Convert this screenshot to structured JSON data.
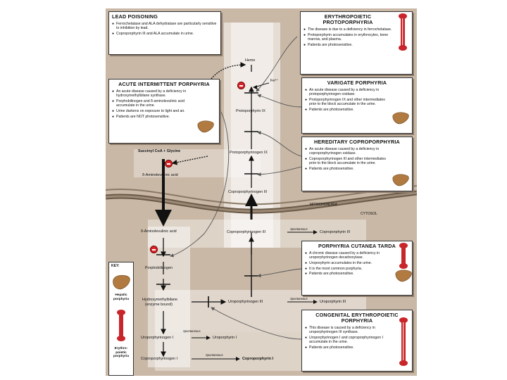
{
  "boxes": {
    "lead": {
      "title": "LEAD POISONING",
      "bullets": [
        "Ferrochelatase and ALA dehydratase are particularly sensitive to inhibition by lead.",
        "Coproporphyrin III and ALA accumulate in urine."
      ]
    },
    "epp": {
      "title": "ERYTHROPOIETIC PROTOPORPHYRIA",
      "bullets": [
        "The disease is due to a deficiency in ferrochelatase.",
        "Protoporphyrin accumulates in erythrocytes, bone marrow, and plasma.",
        "Patients are photosensitive."
      ]
    },
    "aip": {
      "title": "ACUTE INTERMITTENT PORPHYRIA",
      "bullets": [
        "An acute disease caused by a deficiency in hydroxymethylbilane synthase.",
        "Porphobilinogen and δ-aminolevulinic acid accumulate in the urine.",
        "Urine darkens on exposure to light and air.",
        "Patients are NOT photosensitive."
      ]
    },
    "vp": {
      "title": "VARIGATE PORPHYRIA",
      "bullets": [
        "An acute disease caused by a deficiency in protoporphyrinogen oxidase.",
        "Protoporphyrinogen IX and other intermediates prior to the block accumulate in the urine.",
        "Patients are photosensitive."
      ]
    },
    "hcp": {
      "title": "HEREDITARY COPROPORPHYRIA",
      "bullets": [
        "An acute disease caused by a deficiency in coproporphyrinogen oxidase.",
        "Coproporphyrinogen III and other intermediates prior to the block accumulate in the urine.",
        "Patients are photosensitive."
      ]
    },
    "pct": {
      "title": "PORPHYRIA CUTANEA TARDA",
      "bullets": [
        "A chronic disease caused by a deficiency in uroporphyrinogen decarboxylase.",
        "Uroporphyrin accumulates in the urine.",
        "It is the most common porphyria.",
        "Patients are photosensitive."
      ]
    },
    "cep": {
      "title": "CONGENITAL ERYTHROPOIETIC PORPHYRIA",
      "bullets": [
        "This disease is caused by a deficiency in uroporphyrinogen III synthase.",
        "Uroporphyrinogen I and coproporphyrinogen I accumulate in the urine.",
        "Patients are photosensitive."
      ]
    }
  },
  "pathway": {
    "heme": "Heme",
    "fe": "Fe²⁺",
    "protoporphyrin_ix": "Protoporphyrin IX",
    "protoporphyrinogen_ix": "Protoporphyrinogen IX",
    "succinyl": "Succinyl CoA + Glycine",
    "ala_mito": "δ-Aminolevulinic acid",
    "copro_iii_mito": "Coproporphyrinogen III",
    "mitochondria": "MITOCHONDRIA",
    "cytosol": "CYTOSOL",
    "ala_cyto": "δ-Aminolevulinic acid",
    "copro_iii_cyto": "Coproporphyrinogen III",
    "spontaneous_1": "Spontaneous",
    "coproporphyrin_iii": "Coproporphyrin III",
    "porphobilinogen": "Porphobilinogen",
    "hmb": "Hydroxymethylbilane",
    "hmb_sub": "(enzyme bound)",
    "uro_iii": "Uroporphyrinogen III",
    "spontaneous_2": "Spontaneous",
    "uroporphyrin_iii": "Uroporphyrin III",
    "spontaneous_3": "Spontaneous",
    "uro_i": "Uroporphyrinogen I",
    "uroporphyrin_i": "Uroporphyrin I",
    "spontaneous_4": "Spontaneous",
    "copro_i": "Coproporphyrinogen I",
    "coproporphyrin_i": "Coproporphyrin I"
  },
  "key": {
    "title": "KEY:",
    "hepatic": "Hepatic porphyria",
    "erythro": "Erythro-poietic porphyria"
  },
  "colors": {
    "background": "#c9b8a6",
    "inhibitor": "#d6262b",
    "bone": "#c8262b",
    "liver": "#b07a40"
  }
}
